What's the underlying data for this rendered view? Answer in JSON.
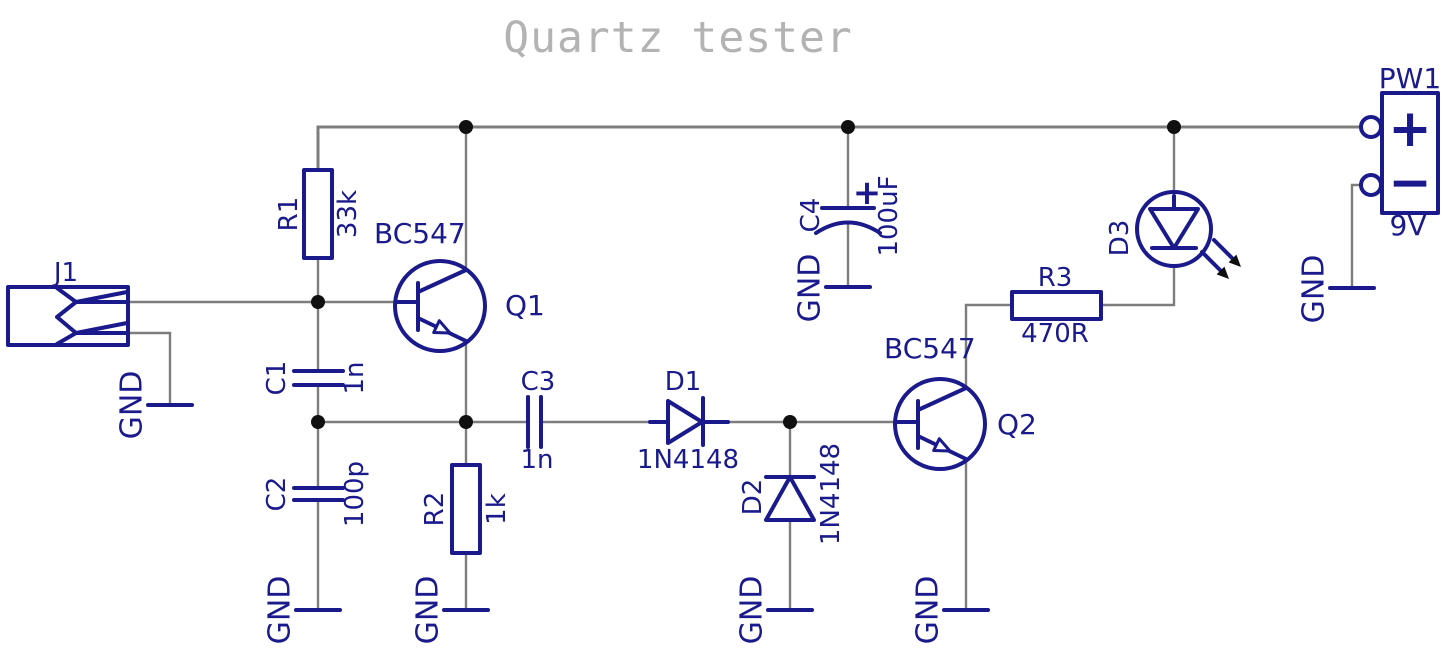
{
  "title": "Quartz tester",
  "colors": {
    "symbol": "#1a1a8c",
    "wire": "#7d7d7d",
    "junction": "#101010",
    "title_text": "#b3b3b3",
    "background": "#ffffff"
  },
  "labels": {
    "gnd": "GND"
  },
  "components": {
    "j1": {
      "ref": "J1"
    },
    "r1": {
      "ref": "R1",
      "value": "33k"
    },
    "r2": {
      "ref": "R2",
      "value": "1k"
    },
    "r3": {
      "ref": "R3",
      "value": "470R"
    },
    "c1": {
      "ref": "C1",
      "value": "1n"
    },
    "c2": {
      "ref": "C2",
      "value": "100p"
    },
    "c3": {
      "ref": "C3",
      "value": "1n"
    },
    "c4": {
      "ref": "C4",
      "value": "100uF",
      "polarity": "+"
    },
    "d1": {
      "ref": "D1",
      "part": "1N4148"
    },
    "d2": {
      "ref": "D2",
      "part": "1N4148"
    },
    "d3": {
      "ref": "D3"
    },
    "q1": {
      "ref": "Q1",
      "part": "BC547"
    },
    "q2": {
      "ref": "Q2",
      "part": "BC547"
    },
    "pw1": {
      "ref": "PW1",
      "value": "9V",
      "plus": "+",
      "minus": "−"
    }
  }
}
